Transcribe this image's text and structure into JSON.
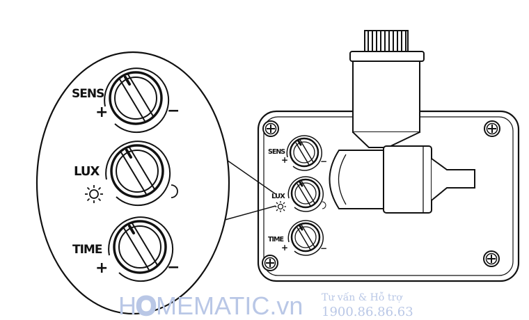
{
  "zoom": {
    "sens": {
      "label": "SENS",
      "plus": "+",
      "minus": "−"
    },
    "lux": {
      "label": "LUX",
      "left_icon": "sun-icon",
      "right_icon": "moon-icon"
    },
    "time": {
      "label": "TIME",
      "plus": "+",
      "minus": "−"
    }
  },
  "panel": {
    "sens": {
      "label": "SENS",
      "plus": "+",
      "minus": "−"
    },
    "lux": {
      "label": "LUX",
      "left_icon": "sun-icon",
      "right_icon": "moon-icon"
    },
    "time": {
      "label": "TIME",
      "plus": "+",
      "minus": "−"
    }
  },
  "watermark": {
    "brand_prefix": "H",
    "brand_rest": "MEMATIC.",
    "brand_suffix": "vn",
    "support_text": "Tư vấn & Hỗ trợ",
    "phone": "1900.86.86.63",
    "color": "#b9c7e6"
  },
  "colors": {
    "line": "#111111",
    "panel_shade": "#d9d9d9"
  }
}
